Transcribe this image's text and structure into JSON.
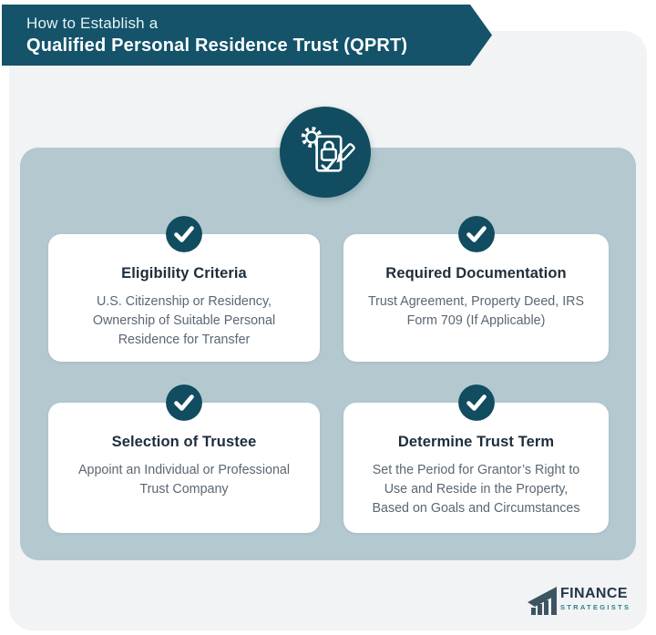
{
  "header": {
    "line1": "How to Establish a",
    "line2": "Qualified Personal Residence Trust (QPRT)"
  },
  "hero_icon": "document-verification-icon",
  "cards": [
    {
      "title": "Eligibility Criteria",
      "body": "U.S. Citizenship or Residency,\nOwnership of Suitable Personal\nResidence for Transfer"
    },
    {
      "title": "Required Documentation",
      "body": "Trust Agreement, Property Deed, IRS\nForm 709 (If Applicable)"
    },
    {
      "title": "Selection of Trustee",
      "body": "Appoint an Individual or Professional\nTrust Company"
    },
    {
      "title": "Determine Trust Term",
      "body": "Set the Period for Grantor’s Right to\nUse and Reside in the Property,\nBased on Goals and Circumstances"
    }
  ],
  "footer": {
    "brand_name": "FINANCE",
    "brand_subtitle": "STRATEGISTS"
  },
  "colors": {
    "banner_teal": "#14536a",
    "icon_teal": "#114c60",
    "panel_blue_gray": "#b3c9cf",
    "container_gray": "#f2f3f4",
    "card_white": "#ffffff",
    "title_text": "#1e2d3b",
    "body_text": "#5a6772",
    "logo_navy": "#22374a",
    "logo_teal": "#2f7e8e"
  }
}
